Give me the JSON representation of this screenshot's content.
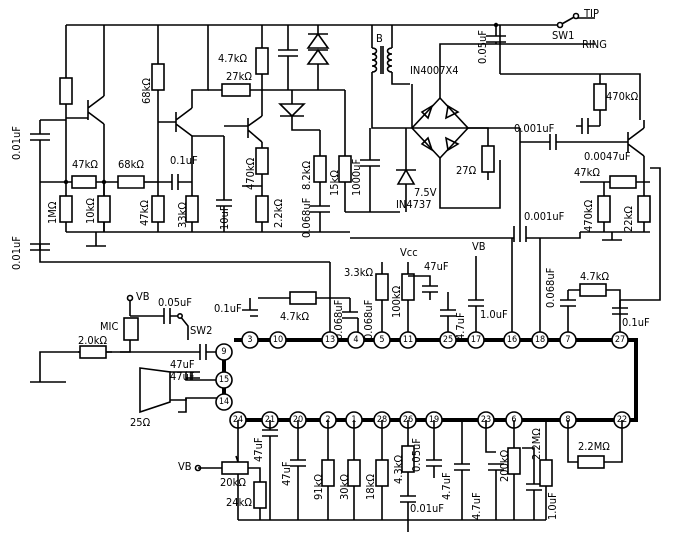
{
  "switches": {
    "tip": "TIP",
    "ring": "RING",
    "sw1": "SW1",
    "sw2": "SW2"
  },
  "transformer": {
    "label": "B"
  },
  "diodes": {
    "bridge_label": "IN4007X4",
    "zener_voltage": "7.5V",
    "zener_part": "IN4737"
  },
  "supply": {
    "vcc": "Vcc",
    "vb": "VB"
  },
  "mic": {
    "label": "MIC"
  },
  "speaker": {
    "ohms": "25Ω"
  },
  "values": {
    "c_tip": "0.05uF",
    "c_in1": "0.01uF",
    "c_in2": "0.01uF",
    "r_1m": "1MΩ",
    "r_47k_a": "47kΩ",
    "r_10k": "10kΩ",
    "r_68k_a": "68kΩ",
    "r_68k_b": "68kΩ",
    "c_01_a": "0.1uF",
    "r_47k_b": "47kΩ",
    "r_33k": "33kΩ",
    "c_10u": "10uF",
    "r_47k_c": "4.7kΩ",
    "r_27k": "27kΩ",
    "r_470k_a": "470kΩ",
    "r_22k_a": "2.2kΩ",
    "c_0068_a": "0.068uF",
    "r_82k": "8.2kΩ",
    "r_15k": "15kΩ",
    "c_1000": "1000uF",
    "r_27": "27Ω",
    "r_470k_b": "470kΩ",
    "c_0001_a": "0.001uF",
    "c_00047": "0.0047uF",
    "r_47k_d": "47kΩ",
    "r_470k_c": "470kΩ",
    "r_22k_b": "22kΩ",
    "c_0001_b": "0.001uF",
    "r_33k_b": "3.3kΩ",
    "c_47u_a": "47uF",
    "c_0068_b": "0.068uF",
    "r_100k": "100kΩ",
    "c_47u_b": "4.7uF",
    "c_1u_a": "1.0uF",
    "c_0068_c": "0.068uF",
    "r_47k_e": "4.7kΩ",
    "c_01_b": "0.1uF",
    "c_01_c": "0.1uF",
    "r_47k_f": "4.7kΩ",
    "c_0068_d": "0.068uF",
    "c_005": "0.05uF",
    "r_20k_mic": "2.0kΩ",
    "c_47u_spk": "47uF",
    "c_47u_c": "47uF",
    "r_20k_pot": "20kΩ",
    "r_24k": "24kΩ",
    "c_47u_d": "47uF",
    "r_91k": "91kΩ",
    "r_30k": "30kΩ",
    "r_18k": "18kΩ",
    "r_43k": "4.3kΩ",
    "c_005_b": "0.05uF",
    "c_001": "0.01uF",
    "c_47u_e": "47uF",
    "c_47u_f": "4.7uF",
    "r_200k": "200kΩ",
    "c_47u_g": "4.7uF",
    "r_22m_a": "2.2MΩ",
    "c_1u_b": "1.0uF",
    "r_22m_b": "2.2MΩ"
  },
  "ic_pins": {
    "top": [
      "3",
      "10",
      "13",
      "4",
      "5",
      "11",
      "25",
      "17",
      "16",
      "18",
      "7",
      "27"
    ],
    "left": [
      "9",
      "15",
      "14"
    ],
    "bottom": [
      "24",
      "21",
      "20",
      "2",
      "1",
      "28",
      "26",
      "19",
      "23",
      "6",
      "8",
      "22"
    ]
  }
}
